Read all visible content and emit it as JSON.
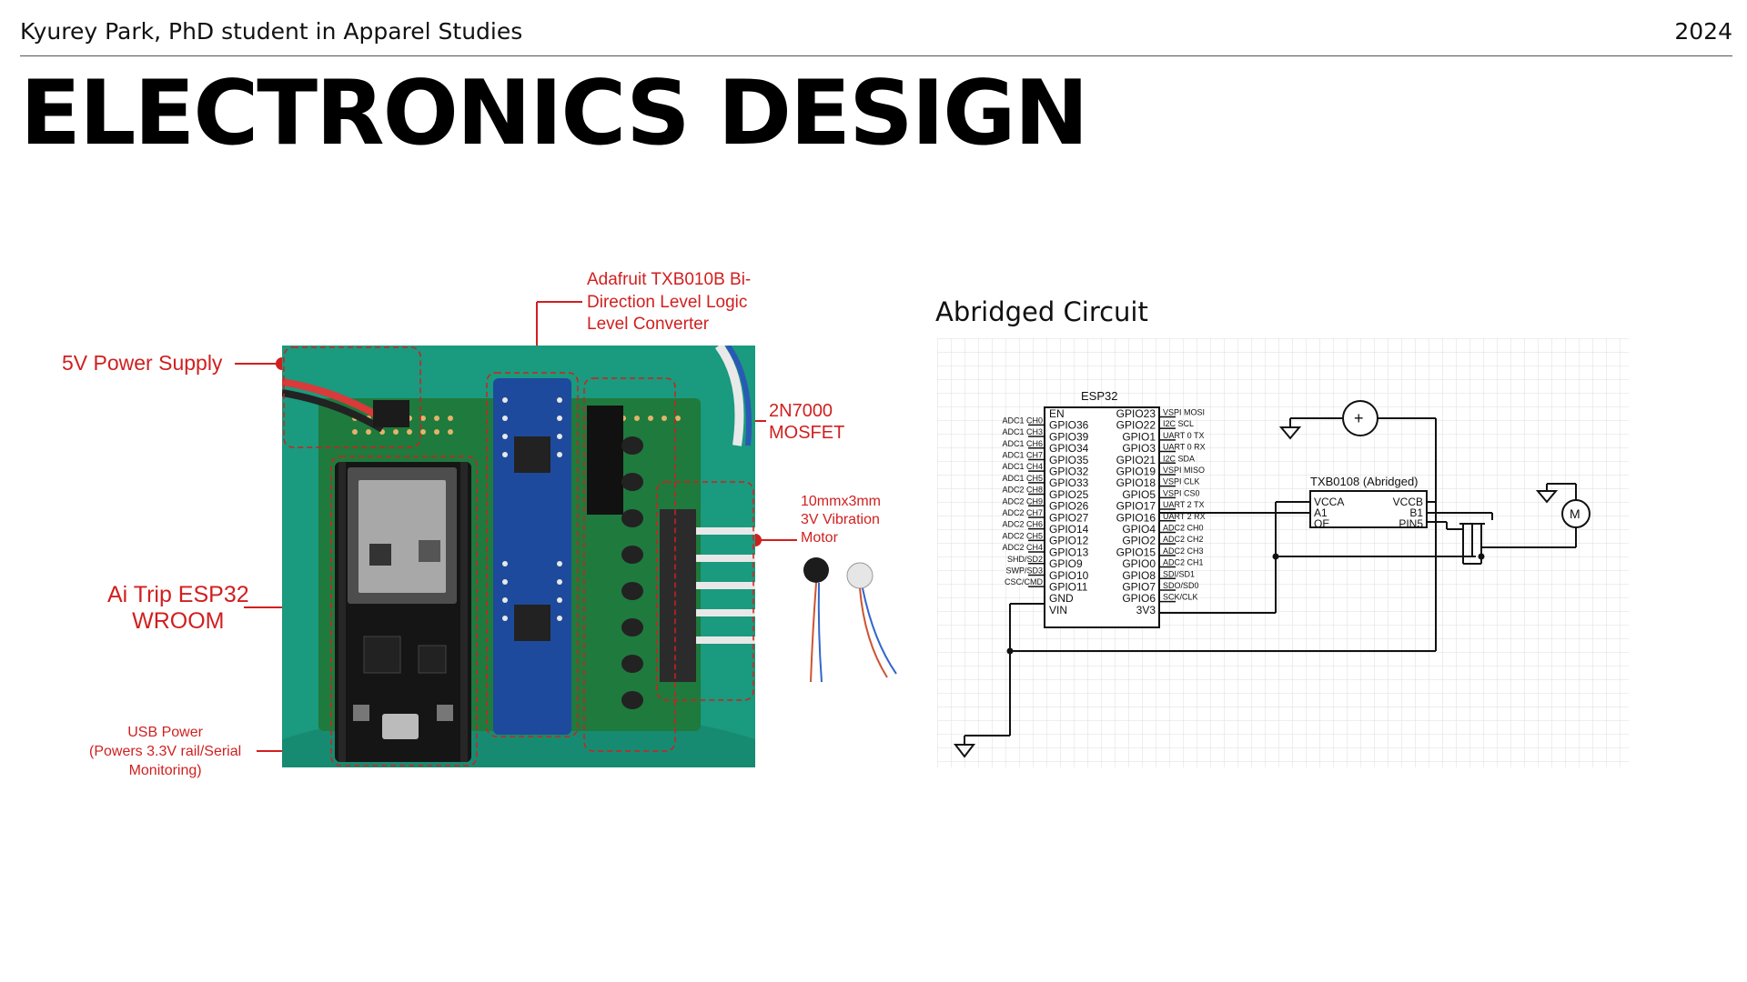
{
  "header": {
    "author": "Kyurey Park, PhD student in Apparel Studies",
    "year": "2024",
    "title": "ELECTRONICS DESIGN"
  },
  "photo_labels": {
    "power_supply": "5V Power Supply",
    "level_converter": "Adafruit TXB010B Bi-\nDirection Level Logic\nLevel Converter",
    "mosfet": "2N7000\nMOSFET",
    "motor": "10mmx3mm\n3V Vibration\nMotor",
    "esp32": "Ai Trip ESP32\nWROOM",
    "usb": "USB Power\n(Powers 3.3V rail/Serial\nMonitoring)"
  },
  "colors": {
    "accent_red": "#d11f1f",
    "fabric_green": "#1a9a7e",
    "board_blue": "#1d4a9c",
    "board_black": "#151515"
  },
  "circuit": {
    "title": "Abridged Circuit",
    "esp32_label": "ESP32",
    "left_pins": [
      "EN",
      "GPIO36",
      "GPIO39",
      "GPIO34",
      "GPIO35",
      "GPIO32",
      "GPIO33",
      "GPIO25",
      "GPIO26",
      "GPIO27",
      "GPIO14",
      "GPIO12",
      "GPIO13",
      "GPIO9",
      "GPIO10",
      "GPIO11",
      "GND",
      "VIN"
    ],
    "left_funcs": [
      "ADC1 CH0",
      "ADC1 CH3",
      "ADC1 CH6",
      "ADC1 CH7",
      "ADC1 CH4",
      "ADC1 CH5",
      "ADC2 CH8",
      "ADC2 CH9",
      "ADC2 CH7",
      "ADC2 CH6",
      "ADC2 CH5",
      "ADC2 CH4",
      "SHD/SD2",
      "SWP/SD3",
      "CSC/CMD"
    ],
    "right_pins": [
      "GPIO23",
      "GPIO22",
      "GPIO1",
      "GPIO3",
      "GPIO21",
      "GPIO19",
      "GPIO18",
      "GPIO5",
      "GPIO17",
      "GPIO16",
      "GPIO4",
      "GPIO2",
      "GPIO15",
      "GPIO0",
      "GPIO8",
      "GPIO7",
      "GPIO6",
      "3V3"
    ],
    "right_funcs": [
      "VSPI MOSI",
      "I2C SCL",
      "UART 0 TX",
      "UART 0 RX",
      "I2C SDA",
      "VSPI MISO",
      "VSPI CLK",
      "VSPI CS0",
      "UART 2 TX",
      "UART 2 RX",
      "ADC2 CH0",
      "ADC2 CH2",
      "ADC2 CH3",
      "ADC2 CH1",
      "SDI/SD1",
      "SDO/SD0",
      "SCK/CLK"
    ],
    "txb_label": "TXB0108 (Abridged)",
    "txb_left": [
      "VCCA",
      "A1",
      "OE"
    ],
    "txb_right": [
      "VCCB",
      "B1",
      "PIN5"
    ],
    "motor_symbol": "M",
    "source_symbol": "+"
  }
}
